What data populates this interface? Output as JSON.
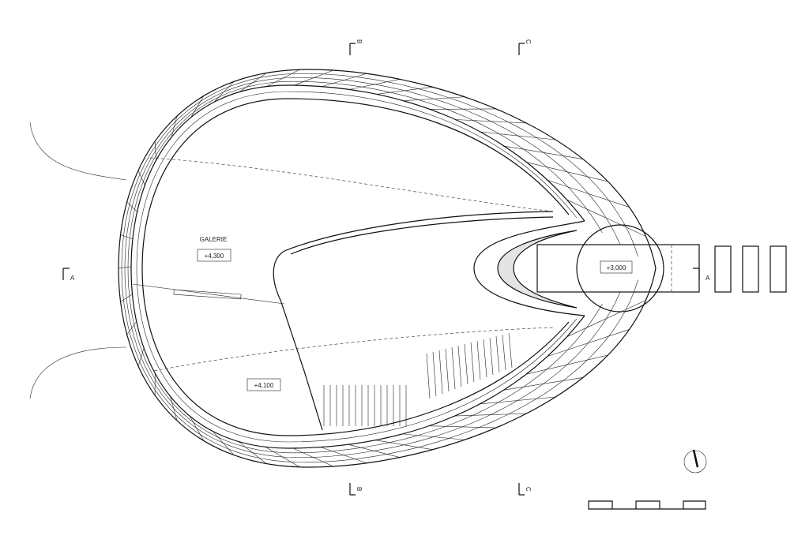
{
  "rooms": {
    "galerie": {
      "name": "GALERIE",
      "level": "+4,300"
    },
    "lower": {
      "level": "+4,100"
    },
    "bridge": {
      "level": "+3,000"
    }
  },
  "sections": {
    "a": "A",
    "b": "B",
    "c": "C"
  },
  "icons": [
    "north-arrow-icon",
    "scale-bar"
  ]
}
